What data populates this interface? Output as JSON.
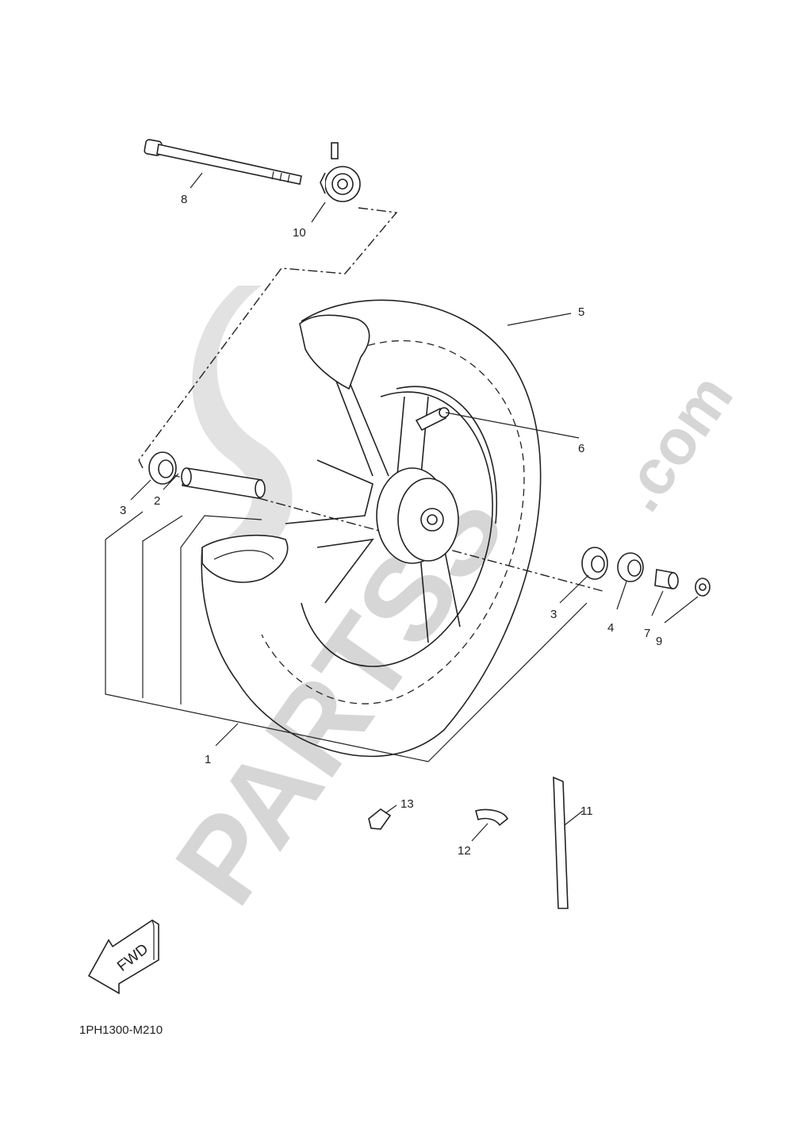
{
  "diagram": {
    "drawing_code": "1PH1300-M210",
    "forward_arrow_label": "FWD",
    "watermark": {
      "brand": "PARTSS",
      "suffix": ".com",
      "color": "#d6d6d6"
    },
    "callouts": {
      "c1": "1",
      "c2": "2",
      "c3_left": "3",
      "c3_right": "3",
      "c4": "4",
      "c5": "5",
      "c6": "6",
      "c7": "7",
      "c8": "8",
      "c9": "9",
      "c10": "10",
      "c11": "11",
      "c12": "12",
      "c13": "13"
    }
  }
}
